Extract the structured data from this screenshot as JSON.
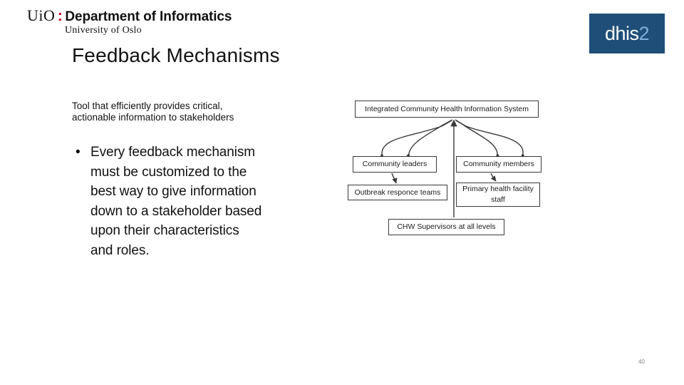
{
  "branding": {
    "uio": {
      "mark": "UiO",
      "colon": ":",
      "department": "Department of Informatics",
      "university": "University of Oslo",
      "colon_color": "#cc0022"
    },
    "dhis2": {
      "name": "dhis",
      "version": "2",
      "box_color": "#1f4e79",
      "name_color": "#ffffff",
      "version_color": "#7fb0dc"
    }
  },
  "slide": {
    "title": "Feedback Mechanisms",
    "subtitle": "Tool that efficiently provides critical, actionable information to stakeholders",
    "bullets": [
      {
        "marker": "•",
        "text": "Every feedback mechanism must be customized to the best way to give information down to a stakeholder based upon their characteristics and roles."
      }
    ],
    "page_number": "40"
  },
  "diagram": {
    "nodes": {
      "system": "Integrated Community Health Information System",
      "leaders": "Community leaders",
      "members": "Community members",
      "outbreak": "Outbreak responce teams",
      "phfs_line1": "Primary health facility",
      "phfs_line2": "staff",
      "chw": "CHW Supervisors at all levels"
    },
    "stroke_color": "#3a3a3a"
  }
}
